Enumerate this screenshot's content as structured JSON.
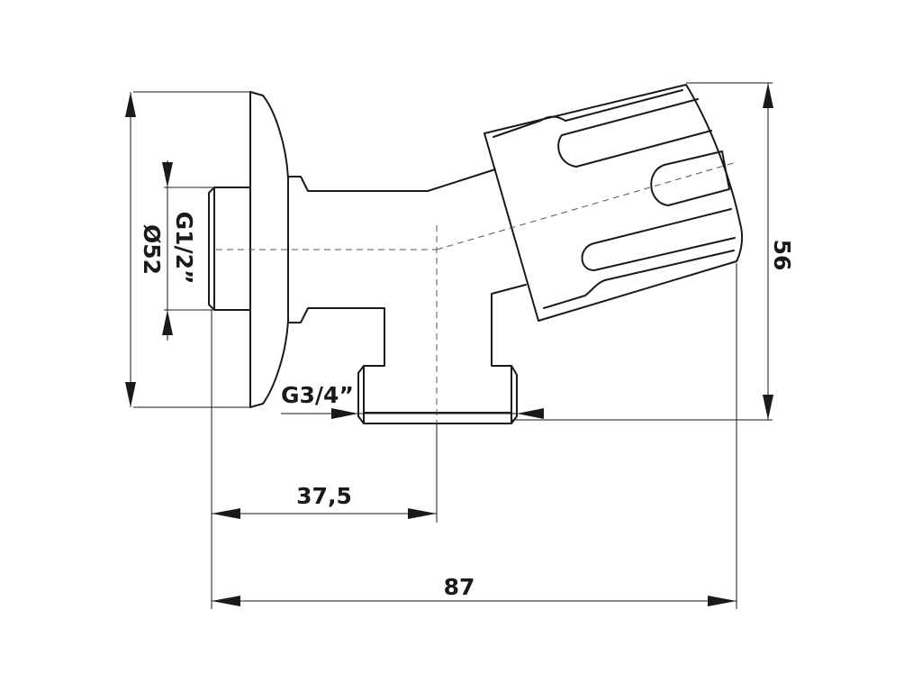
{
  "dimensions": {
    "diameter_flange": "Ø52",
    "thread_inlet": "G1/2”",
    "thread_outlet": "G3/4”",
    "offset": "37,5",
    "length_total": "87",
    "height": "56"
  },
  "colors": {
    "line": "#1a1a1a",
    "background": "#ffffff"
  }
}
